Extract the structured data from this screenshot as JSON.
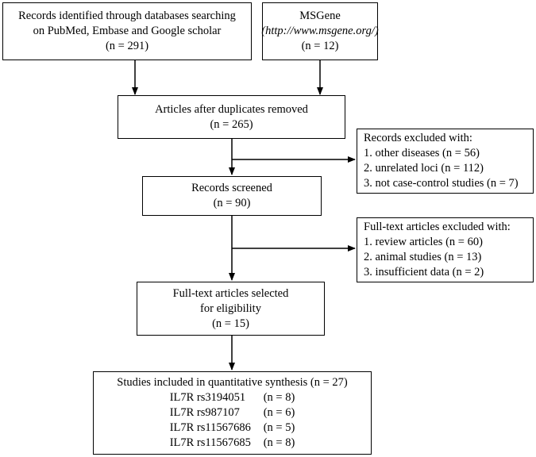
{
  "boxes": {
    "identified_db": {
      "lines": [
        "Records identified through databases searching",
        "on PubMed, Embase and Google scholar",
        "(n = 291)"
      ]
    },
    "msgene": {
      "title": "MSGene",
      "url": "(http://www.msgene.org/)",
      "count": "(n = 12)"
    },
    "duplicates_removed": {
      "lines": [
        "Articles after duplicates removed",
        "(n = 265)"
      ]
    },
    "excluded_records": {
      "title": "Records excluded with:",
      "items": [
        "1. other diseases (n = 56)",
        "2. unrelated loci (n = 112)",
        "3. not case-control studies (n = 7)"
      ]
    },
    "screened": {
      "lines": [
        "Records screened",
        "(n = 90)"
      ]
    },
    "excluded_fulltext": {
      "title": "Full-text articles excluded with:",
      "items": [
        "1. review articles (n = 60)",
        "2. animal studies (n = 13)",
        "3. insufficient data (n = 2)"
      ]
    },
    "eligibility": {
      "lines": [
        "Full-text articles selected",
        "for eligibility",
        "(n = 15)"
      ]
    },
    "included": {
      "title": "Studies included in quantitative synthesis (n = 27)",
      "studies": [
        {
          "name": "IL7R rs3194051",
          "n": "(n = 8)"
        },
        {
          "name": "IL7R rs987107",
          "n": "(n = 6)"
        },
        {
          "name": "IL7R rs11567686",
          "n": "(n = 5)"
        },
        {
          "name": "IL7R rs11567685",
          "n": "(n = 8)"
        }
      ]
    }
  }
}
